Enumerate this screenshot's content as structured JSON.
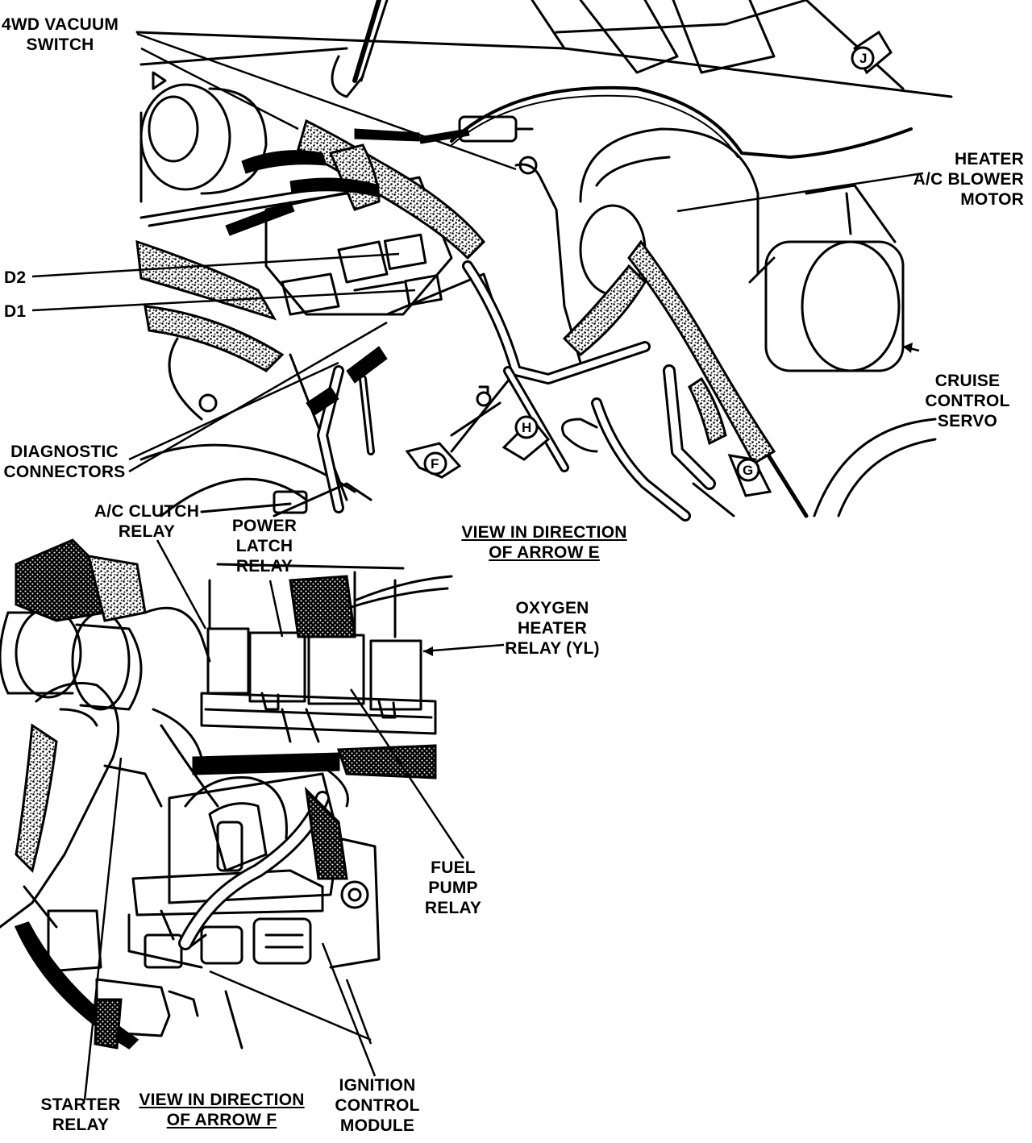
{
  "callouts": {
    "vacuum_switch": [
      "4WD VACUUM",
      "SWITCH"
    ],
    "blower_motor": [
      "HEATER",
      "A/C BLOWER",
      "MOTOR"
    ],
    "d2": "D2",
    "d1": "D1",
    "cruise_servo": [
      "CRUISE",
      "CONTROL",
      "SERVO"
    ],
    "diagnostic": [
      "DIAGNOSTIC",
      "CONNECTORS"
    ],
    "ac_clutch_relay": [
      "A/C CLUTCH",
      "RELAY"
    ],
    "power_latch_relay": [
      "POWER",
      "LATCH",
      "RELAY"
    ],
    "oxygen_relay": [
      "OXYGEN",
      "HEATER",
      "RELAY (YL)"
    ],
    "fuel_pump_relay": [
      "FUEL",
      "PUMP",
      "RELAY"
    ],
    "starter_relay": [
      "STARTER",
      "RELAY"
    ],
    "ignition_module": [
      "IGNITION",
      "CONTROL",
      "MODULE"
    ]
  },
  "captions": {
    "view_e": [
      "VIEW IN DIRECTION",
      "OF ARROW E"
    ],
    "view_f": [
      "VIEW IN DIRECTION",
      "OF ARROW F"
    ]
  },
  "arrow_markers": {
    "f": "F",
    "g": "G",
    "h": "H",
    "j": "J"
  }
}
